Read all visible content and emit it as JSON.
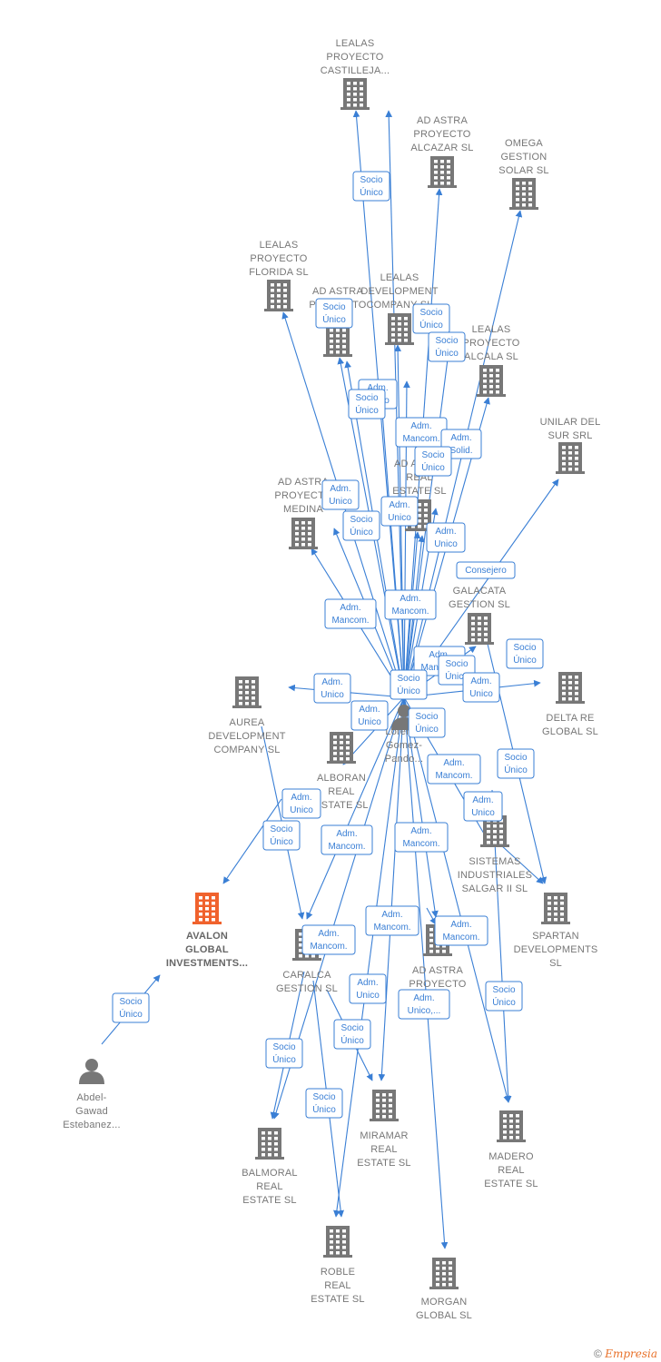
{
  "colors": {
    "edge": "#3a7fd5",
    "building": "#777777",
    "highlight": "#f0622d",
    "person": "#777777"
  },
  "nodes": [
    {
      "id": "center",
      "kind": "person",
      "lines": [
        "Lorenzo",
        "Gomez-",
        "Pando..."
      ],
      "icon": "person-icon"
    },
    {
      "id": "abdel",
      "kind": "person",
      "lines": [
        "Abdel-",
        "Gawad",
        "Estebanez..."
      ],
      "icon": "person-icon"
    },
    {
      "id": "castilleja",
      "kind": "company",
      "lines": [
        "LEALAS",
        "PROYECTO",
        "CASTILLEJA..."
      ],
      "icon": "building-icon"
    },
    {
      "id": "alcazar",
      "kind": "company",
      "lines": [
        "AD ASTRA",
        "PROYECTO",
        "ALCAZAR  SL"
      ],
      "icon": "building-icon"
    },
    {
      "id": "omega",
      "kind": "company",
      "lines": [
        "OMEGA",
        "GESTION",
        "SOLAR  SL"
      ],
      "icon": "building-icon"
    },
    {
      "id": "florida",
      "kind": "company",
      "lines": [
        "LEALAS",
        "PROYECTO",
        "FLORIDA  SL"
      ],
      "icon": "building-icon"
    },
    {
      "id": "adastrap",
      "kind": "company",
      "lines": [
        "AD ASTRA",
        "PROYECTO",
        "..."
      ],
      "icon": "building-icon"
    },
    {
      "id": "lealasdev",
      "kind": "company",
      "lines": [
        "LEALAS",
        "DEVELOPMENT",
        "COMPANY  SL"
      ],
      "icon": "building-icon"
    },
    {
      "id": "alcala",
      "kind": "company",
      "lines": [
        "LEALAS",
        "PROYECTO",
        "ALCALA  SL"
      ],
      "icon": "building-icon"
    },
    {
      "id": "unilar",
      "kind": "company",
      "lines": [
        "UNILAR DEL",
        "SUR SRL"
      ],
      "icon": "building-icon"
    },
    {
      "id": "medina",
      "kind": "company",
      "lines": [
        "AD ASTRA",
        "PROYECTO",
        "MEDINA"
      ],
      "icon": "building-icon"
    },
    {
      "id": "adastrare",
      "kind": "company",
      "lines": [
        "AD ASTRA",
        "REAL",
        "ESTATE  SL"
      ],
      "icon": "building-icon"
    },
    {
      "id": "galacata",
      "kind": "company",
      "lines": [
        "GALACATA",
        "GESTION  SL"
      ],
      "icon": "building-icon"
    },
    {
      "id": "aurea",
      "kind": "company",
      "lines": [
        "AUREA",
        "DEVELOPMENT",
        "COMPANY  SL"
      ],
      "icon": "building-icon"
    },
    {
      "id": "deltare",
      "kind": "company",
      "lines": [
        "DELTA RE",
        "GLOBAL  SL"
      ],
      "icon": "building-icon"
    },
    {
      "id": "alboran",
      "kind": "company",
      "lines": [
        "ALBORAN",
        "REAL",
        "ESTATE  SL"
      ],
      "icon": "building-icon"
    },
    {
      "id": "sistemas",
      "kind": "company",
      "lines": [
        "SISTEMAS",
        "INDUSTRIALES",
        "SALGAR II  SL"
      ],
      "icon": "building-icon"
    },
    {
      "id": "avalon",
      "kind": "company",
      "lines": [
        "AVALON",
        "GLOBAL",
        "INVESTMENTS..."
      ],
      "icon": "building-icon",
      "highlight": true
    },
    {
      "id": "caralca",
      "kind": "company",
      "lines": [
        "CARALCA",
        "GESTION  SL"
      ],
      "icon": "building-icon"
    },
    {
      "id": "adastrap2",
      "kind": "company",
      "lines": [
        "AD ASTRA",
        "PROYECTO",
        "...SL"
      ],
      "icon": "building-icon"
    },
    {
      "id": "spartan",
      "kind": "company",
      "lines": [
        "SPARTAN",
        "DEVELOPMENTS",
        "SL"
      ],
      "icon": "building-icon"
    },
    {
      "id": "miramar",
      "kind": "company",
      "lines": [
        "MIRAMAR",
        "REAL",
        "ESTATE  SL"
      ],
      "icon": "building-icon"
    },
    {
      "id": "madero",
      "kind": "company",
      "lines": [
        "MADERO",
        "REAL",
        "ESTATE  SL"
      ],
      "icon": "building-icon"
    },
    {
      "id": "balmoral",
      "kind": "company",
      "lines": [
        "BALMORAL",
        "REAL",
        "ESTATE  SL"
      ],
      "icon": "building-icon"
    },
    {
      "id": "roble",
      "kind": "company",
      "lines": [
        "ROBLE",
        "REAL",
        "ESTATE  SL"
      ],
      "icon": "building-icon"
    },
    {
      "id": "morgan",
      "kind": "company",
      "lines": [
        "MORGAN",
        "GLOBAL  SL"
      ],
      "icon": "building-icon"
    }
  ],
  "edge_labels": [
    [
      "Socio",
      "Único"
    ],
    [
      "Socio",
      "Único"
    ],
    [
      "Socio",
      "Único"
    ],
    [
      "Socio",
      "Único"
    ],
    [
      "Adm.",
      "Unico"
    ],
    [
      "Socio",
      "Único"
    ],
    [
      "Adm.",
      "Mancom."
    ],
    [
      "Adm.",
      "Solid."
    ],
    [
      "Socio",
      "Único"
    ],
    [
      "Adm.",
      "Unico"
    ],
    [
      "Adm.",
      "Unico"
    ],
    [
      "Socio",
      "Único"
    ],
    [
      "Adm.",
      "Unico"
    ],
    [
      "Consejero"
    ],
    [
      "Adm.",
      "Mancom."
    ],
    [
      "Adm.",
      "Mancom."
    ],
    [
      "Adm.",
      "Mancom."
    ],
    [
      "Socio",
      "Único"
    ],
    [
      "Socio",
      "Único"
    ],
    [
      "Socio",
      "Único"
    ],
    [
      "Adm.",
      "Unico"
    ],
    [
      "Adm.",
      "Unico"
    ],
    [
      "Adm.",
      "Unico"
    ],
    [
      "Socio",
      "Único"
    ],
    [
      "Adm.",
      "Mancom."
    ],
    [
      "Socio",
      "Único"
    ],
    [
      "Adm.",
      "Unico"
    ],
    [
      "Adm.",
      "Unico"
    ],
    [
      "Socio",
      "Único"
    ],
    [
      "Adm.",
      "Mancom."
    ],
    [
      "Adm.",
      "Mancom."
    ],
    [
      "Adm.",
      "Mancom."
    ],
    [
      "Adm.",
      "Mancom."
    ],
    [
      "Adm.",
      "Mancom."
    ],
    [
      "Socio",
      "Único"
    ],
    [
      "Adm.",
      "Unico"
    ],
    [
      "Adm.",
      "Unico,..."
    ],
    [
      "Socio",
      "Único"
    ],
    [
      "Socio",
      "Único"
    ],
    [
      "Socio",
      "Único"
    ],
    [
      "Socio",
      "Único"
    ]
  ],
  "footer": {
    "copyright": "©",
    "brand": "Empresia"
  }
}
